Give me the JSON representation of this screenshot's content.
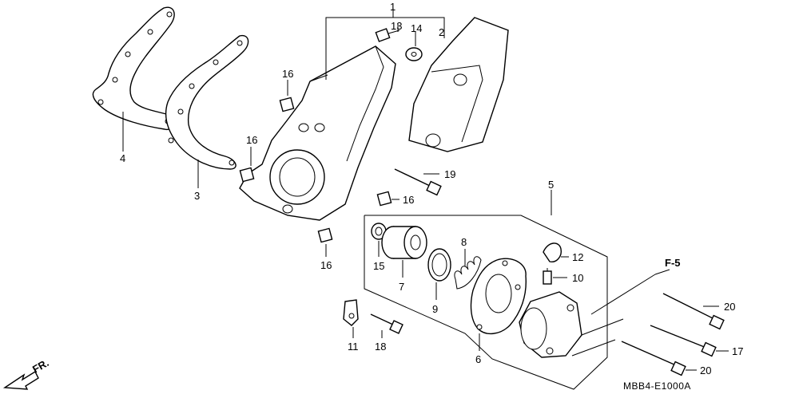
{
  "diagram": {
    "diagram_code": "MBB4-E1000A",
    "front_indicator": "FR.",
    "reference": "F-5",
    "labels": [
      "1",
      "13",
      "14",
      "2",
      "4",
      "3",
      "16",
      "16",
      "16",
      "19",
      "16",
      "5",
      "8",
      "12",
      "15",
      "7",
      "9",
      "10",
      "11",
      "18",
      "6",
      "20",
      "17",
      "20"
    ]
  }
}
